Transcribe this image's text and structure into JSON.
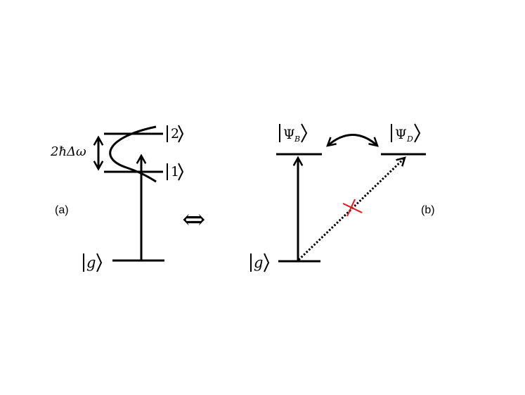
{
  "panel_a": {
    "label": "(a)",
    "level_ground": "g",
    "level_1": "1",
    "level_2": "2",
    "splitting": "2ħΔω"
  },
  "equivalence_symbol": "⇔",
  "panel_b": {
    "label": "(b)",
    "level_ground": "g",
    "bright_state": "Ψ",
    "bright_subscript": "B",
    "dark_state": "Ψ",
    "dark_subscript": "D"
  },
  "colors": {
    "ink": "#000000",
    "forbidden_mark": "#e8141e"
  }
}
